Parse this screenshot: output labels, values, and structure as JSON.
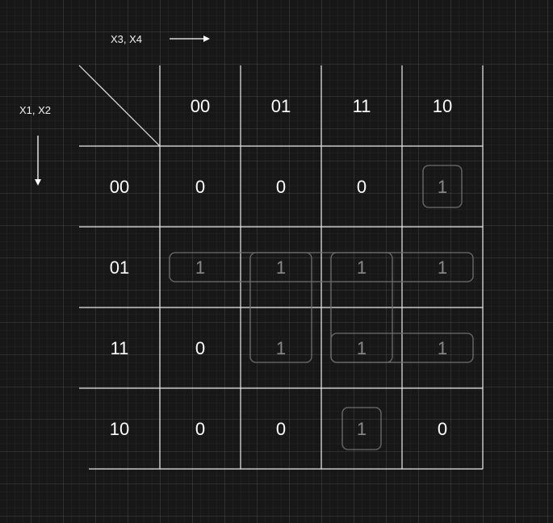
{
  "labels": {
    "col_vars": "X3, X4",
    "row_vars": "X1, X2"
  },
  "col_headers": [
    "00",
    "01",
    "11",
    "10"
  ],
  "row_headers": [
    "00",
    "01",
    "11",
    "10"
  ],
  "cells": [
    [
      "0",
      "0",
      "0",
      "1"
    ],
    [
      "1",
      "1",
      "1",
      "1"
    ],
    [
      "0",
      "1",
      "1",
      "1"
    ],
    [
      "0",
      "0",
      "1",
      "0"
    ]
  ],
  "colors": {
    "background": "#171717",
    "line": "#e8e8e8",
    "text": "#ffffff",
    "grouped_text": "#8a8a8a",
    "group_stroke": "#6e6e6e"
  },
  "groups": [
    {
      "name": "row-01-group",
      "rows": [
        1,
        1
      ],
      "cols": [
        0,
        3
      ]
    },
    {
      "name": "col-01-group",
      "rows": [
        1,
        2
      ],
      "cols": [
        1,
        1
      ]
    },
    {
      "name": "col-11-group",
      "rows": [
        1,
        2
      ],
      "cols": [
        2,
        2
      ]
    },
    {
      "name": "row-11-pair-group",
      "rows": [
        2,
        2
      ],
      "cols": [
        2,
        3
      ]
    },
    {
      "name": "single-00-10-group",
      "rows": [
        0,
        0
      ],
      "cols": [
        3,
        3
      ]
    },
    {
      "name": "single-10-11-group",
      "rows": [
        3,
        3
      ],
      "cols": [
        2,
        2
      ]
    }
  ]
}
